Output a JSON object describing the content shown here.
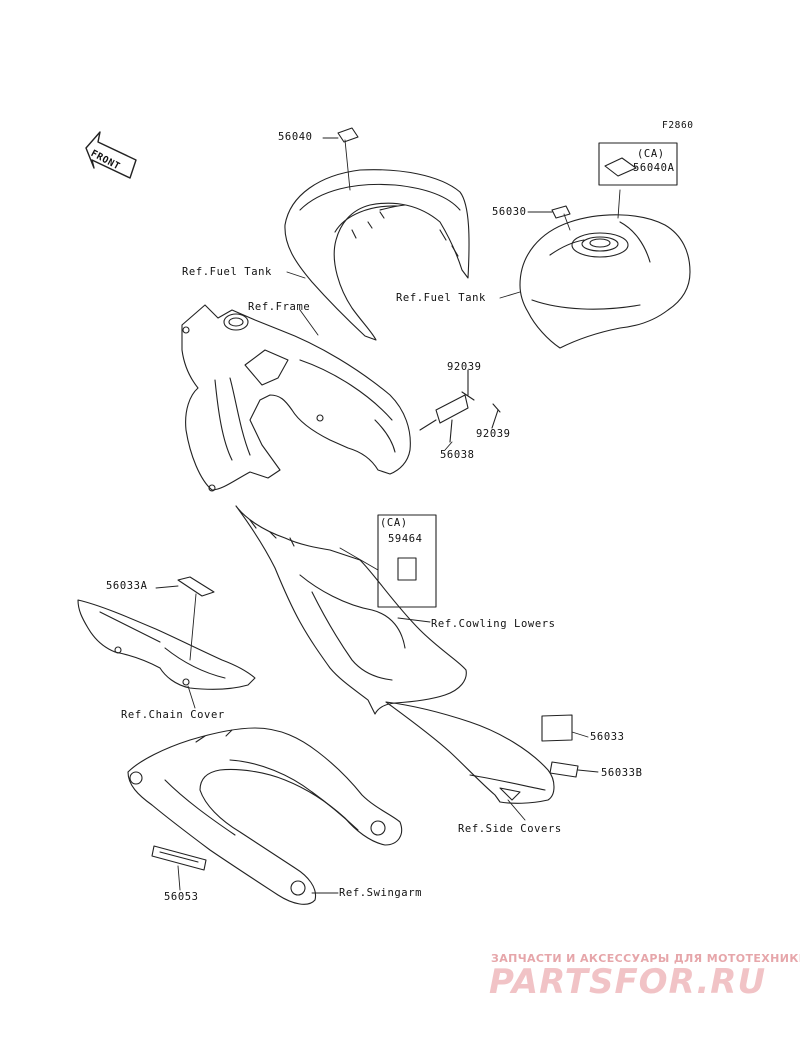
{
  "diagram_code": "F2860",
  "front_badge": "FRONT",
  "parts": [
    {
      "id": "p_56040",
      "label": "56040"
    },
    {
      "id": "p_56040A_ca",
      "label": "(CA)"
    },
    {
      "id": "p_56040A",
      "label": "56040A"
    },
    {
      "id": "p_56030",
      "label": "56030"
    },
    {
      "id": "p_92039_top",
      "label": "92039"
    },
    {
      "id": "p_92039_bottom",
      "label": "92039"
    },
    {
      "id": "p_56038",
      "label": "56038"
    },
    {
      "id": "p_59464_ca",
      "label": "(CA)"
    },
    {
      "id": "p_59464",
      "label": "59464"
    },
    {
      "id": "p_56033A",
      "label": "56033A"
    },
    {
      "id": "p_56033",
      "label": "56033"
    },
    {
      "id": "p_56033B",
      "label": "56033B"
    },
    {
      "id": "p_56053",
      "label": "56053"
    }
  ],
  "references": [
    {
      "id": "ref_fuel_tank_left",
      "label": "Ref.Fuel Tank"
    },
    {
      "id": "ref_fuel_tank_right",
      "label": "Ref.Fuel Tank"
    },
    {
      "id": "ref_frame",
      "label": "Ref.Frame"
    },
    {
      "id": "ref_cowling_lowers",
      "label": "Ref.Cowling Lowers"
    },
    {
      "id": "ref_chain_cover",
      "label": "Ref.Chain Cover"
    },
    {
      "id": "ref_side_covers",
      "label": "Ref.Side Covers"
    },
    {
      "id": "ref_swingarm",
      "label": "Ref.Swingarm"
    }
  ],
  "watermark": {
    "tagline": "ЗАПЧАСТИ И АКСЕССУАРЫ ДЛЯ МОТОТЕХНИКИ",
    "logo": "PARTSFOR.RU",
    "color": "#f1c3c6"
  }
}
